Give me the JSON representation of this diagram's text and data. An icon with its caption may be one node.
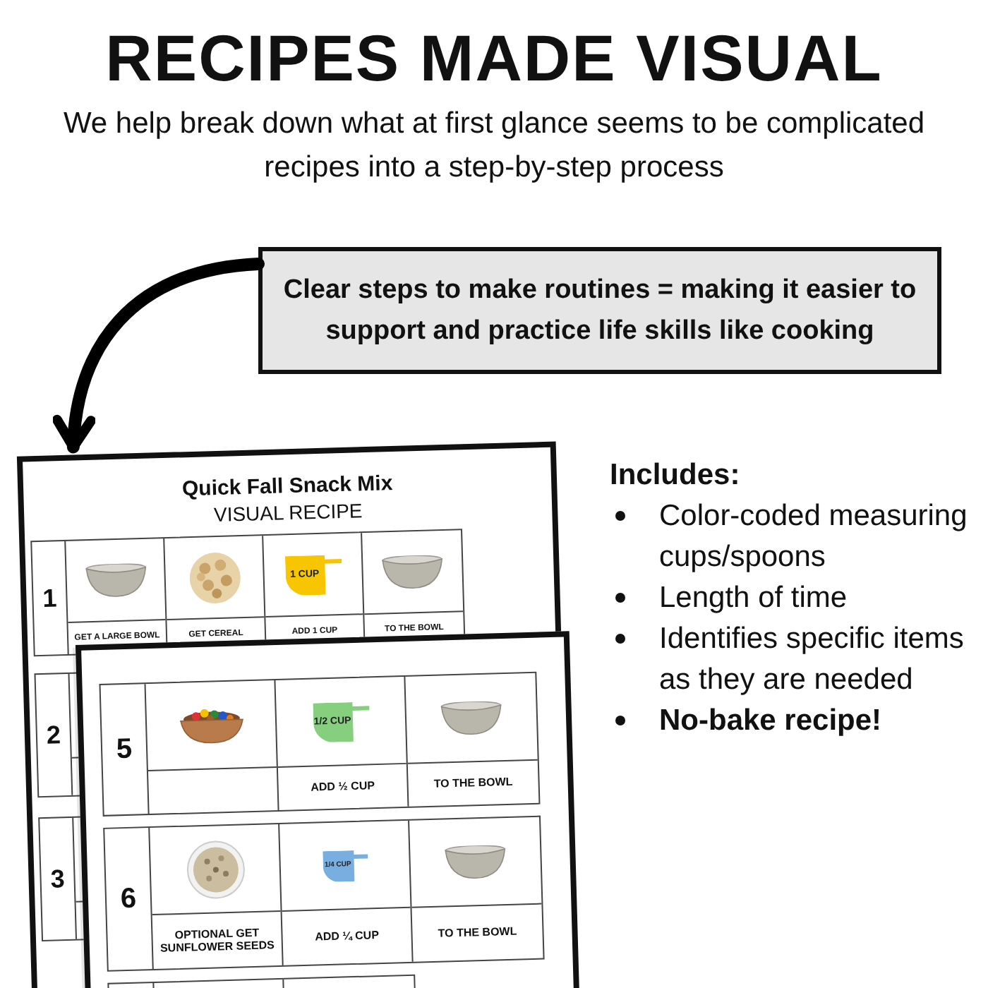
{
  "diagram": {
    "title": "RECIPES MADE VISUAL",
    "nodes": [
      {
        "text": [
          "Clear steps to make routines = making  it easier to support and practice life skills like cooking"
        ]
      },
      {
        "text": [
          "Quick Fall Snack Mix",
          "VISUAL RECIPE"
        ]
      },
      {
        "text": [],
        "shape": "box"
      }
    ],
    "edges": [
      {
        "from": 0,
        "to": 1,
        "arrow": "to"
      }
    ],
    "labels": [
      "We help break down what at first glance seems to be complicated recipes into a step-by-step process",
      "1",
      "GET A LARGE BOWL",
      "GET CEREAL",
      "1 CUP",
      "ADD 1 CUP",
      "TO THE BOWL",
      "2",
      "3",
      "5",
      "1/2 CUP",
      "ADD ½ CUP",
      "TO THE BOWL",
      "6",
      "OPTIONAL GET SUNFLOWER SEEDS",
      "1/4 CUP",
      "ADD ¼ CUP",
      "TO THE BOWL",
      "Includes:",
      "Color-coded measuring cups/spoons",
      "Length of time",
      "Identifies specific items as they are needed",
      "No-bake recipe!"
    ]
  }
}
